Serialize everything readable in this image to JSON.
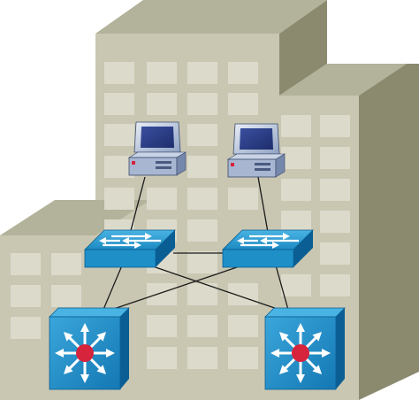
{
  "diagram": {
    "nodes": [
      {
        "id": "pc-1",
        "kind": "workstation"
      },
      {
        "id": "pc-2",
        "kind": "workstation"
      },
      {
        "id": "switch-1",
        "kind": "access-switch"
      },
      {
        "id": "switch-2",
        "kind": "access-switch"
      },
      {
        "id": "core-1",
        "kind": "multilayer-switch"
      },
      {
        "id": "core-2",
        "kind": "multilayer-switch"
      }
    ],
    "links": [
      [
        "pc-1",
        "switch-1"
      ],
      [
        "pc-2",
        "switch-2"
      ],
      [
        "switch-1",
        "core-1"
      ],
      [
        "switch-1",
        "core-2"
      ],
      [
        "switch-2",
        "core-1"
      ],
      [
        "switch-2",
        "core-2"
      ]
    ],
    "colors": {
      "building_front": "#c9c7b2",
      "building_side": "#8b8a6f",
      "window": "#dcdacb",
      "device_blue": "#1e8fc7",
      "device_blue_dark": "#0b5e93",
      "core_center": "#d6243c"
    }
  }
}
